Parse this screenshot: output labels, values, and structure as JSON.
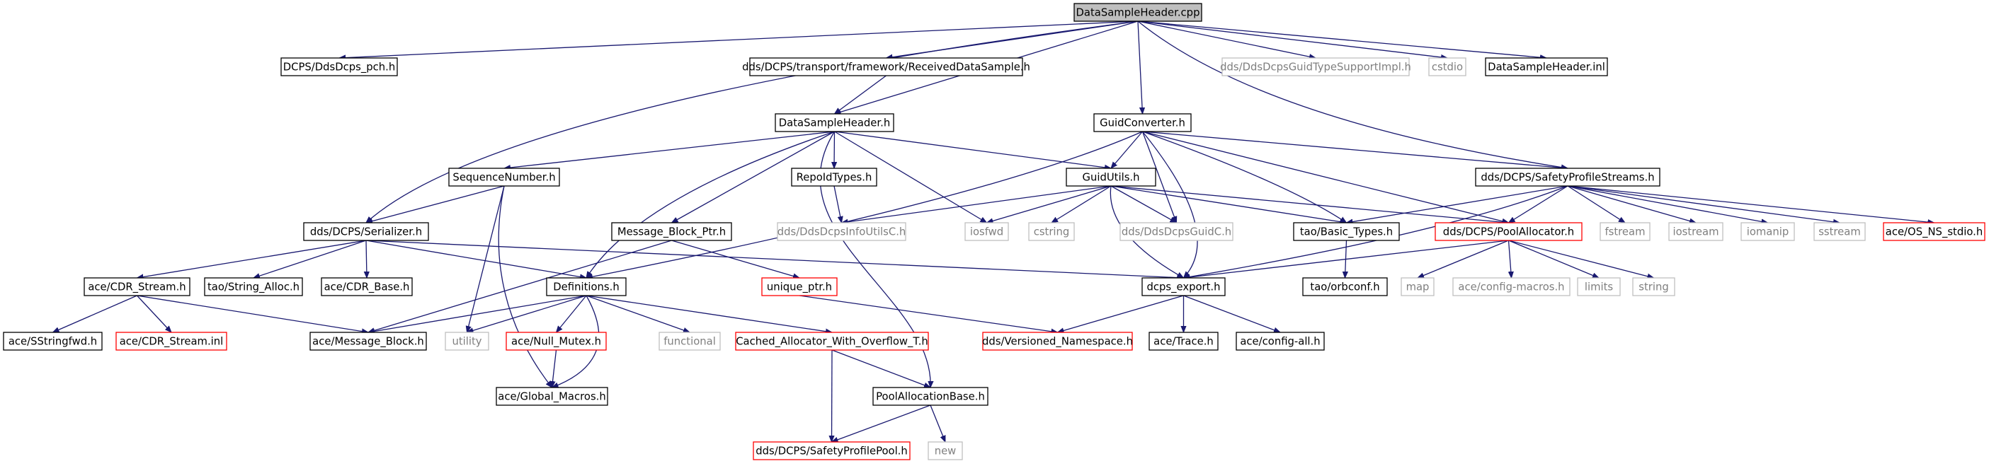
{
  "title": "DataSampleHeader.cpp",
  "colors": {
    "edge": "#191970",
    "root_fill": "#bfbfbf",
    "normal_border": "#000000",
    "external_border": "#bfbfbf",
    "external_text": "#7f7f7f",
    "truncated_border": "#ff0000"
  },
  "nodes": {
    "root": {
      "label": "DataSampleHeader.cpp",
      "style": "root"
    },
    "dds_pch": {
      "label": "DCPS/DdsDcps_pch.h",
      "style": "normal"
    },
    "received": {
      "label": "dds/DCPS/transport/framework/ReceivedDataSample.h",
      "style": "normal"
    },
    "guidtsi": {
      "label": "dds/DdsDcpsGuidTypeSupportImpl.h",
      "style": "external"
    },
    "cstdio": {
      "label": "cstdio",
      "style": "external"
    },
    "dsh_inl": {
      "label": "DataSampleHeader.inl",
      "style": "normal"
    },
    "dsh_h": {
      "label": "DataSampleHeader.h",
      "style": "normal"
    },
    "guidconv": {
      "label": "GuidConverter.h",
      "style": "normal"
    },
    "sps": {
      "label": "dds/DCPS/SafetyProfileStreams.h",
      "style": "normal"
    },
    "seqnum": {
      "label": "SequenceNumber.h",
      "style": "normal"
    },
    "repoid": {
      "label": "RepoIdTypes.h",
      "style": "normal"
    },
    "guidutils": {
      "label": "GuidUtils.h",
      "style": "normal"
    },
    "serializer": {
      "label": "dds/DCPS/Serializer.h",
      "style": "normal"
    },
    "mbptr": {
      "label": "Message_Block_Ptr.h",
      "style": "normal"
    },
    "infoutils": {
      "label": "dds/DdsDcpsInfoUtilsC.h",
      "style": "external"
    },
    "iosfwd": {
      "label": "iosfwd",
      "style": "external"
    },
    "cstring": {
      "label": "cstring",
      "style": "external"
    },
    "guidc": {
      "label": "dds/DdsDcpsGuidC.h",
      "style": "external"
    },
    "basictypes": {
      "label": "tao/Basic_Types.h",
      "style": "normal"
    },
    "poolalloc": {
      "label": "dds/DCPS/PoolAllocator.h",
      "style": "truncated"
    },
    "fstream": {
      "label": "fstream",
      "style": "external"
    },
    "iostream": {
      "label": "iostream",
      "style": "external"
    },
    "iomanip": {
      "label": "iomanip",
      "style": "external"
    },
    "sstream": {
      "label": "sstream",
      "style": "external"
    },
    "osns": {
      "label": "ace/OS_NS_stdio.h",
      "style": "truncated"
    },
    "cdrstream": {
      "label": "ace/CDR_Stream.h",
      "style": "normal"
    },
    "stralloc": {
      "label": "tao/String_Alloc.h",
      "style": "normal"
    },
    "cdrbase": {
      "label": "ace/CDR_Base.h",
      "style": "normal"
    },
    "definitions": {
      "label": "Definitions.h",
      "style": "normal"
    },
    "uniqueptr": {
      "label": "unique_ptr.h",
      "style": "truncated"
    },
    "dcpsexport": {
      "label": "dcps_export.h",
      "style": "normal"
    },
    "orbconf": {
      "label": "tao/orbconf.h",
      "style": "normal"
    },
    "map": {
      "label": "map",
      "style": "external"
    },
    "configmacros": {
      "label": "ace/config-macros.h",
      "style": "external"
    },
    "limits": {
      "label": "limits",
      "style": "external"
    },
    "string": {
      "label": "string",
      "style": "external"
    },
    "sstringfwd": {
      "label": "ace/SStringfwd.h",
      "style": "normal"
    },
    "cdrinl": {
      "label": "ace/CDR_Stream.inl",
      "style": "truncated"
    },
    "msgblock": {
      "label": "ace/Message_Block.h",
      "style": "normal"
    },
    "utility": {
      "label": "utility",
      "style": "external"
    },
    "nullmutex": {
      "label": "ace/Null_Mutex.h",
      "style": "truncated"
    },
    "functional": {
      "label": "functional",
      "style": "external"
    },
    "cachedalloc": {
      "label": "Cached_Allocator_With_Overflow_T.h",
      "style": "truncated"
    },
    "versioned": {
      "label": "dds/Versioned_Namespace.h",
      "style": "truncated"
    },
    "acetrace": {
      "label": "ace/Trace.h",
      "style": "normal"
    },
    "configall": {
      "label": "ace/config-all.h",
      "style": "normal"
    },
    "globalmacros": {
      "label": "ace/Global_Macros.h",
      "style": "normal"
    },
    "poolallocbase": {
      "label": "PoolAllocationBase.h",
      "style": "normal"
    },
    "spp": {
      "label": "dds/DCPS/SafetyProfilePool.h",
      "style": "truncated"
    },
    "new": {
      "label": "new",
      "style": "external"
    }
  },
  "edges": [
    [
      "root",
      "dds_pch"
    ],
    [
      "root",
      "received"
    ],
    [
      "root",
      "guidtsi"
    ],
    [
      "root",
      "cstdio"
    ],
    [
      "root",
      "dsh_inl"
    ],
    [
      "root",
      "dsh_h"
    ],
    [
      "root",
      "guidconv"
    ],
    [
      "root",
      "sps"
    ],
    [
      "root",
      "serializer"
    ],
    [
      "received",
      "dsh_h"
    ],
    [
      "dsh_h",
      "seqnum"
    ],
    [
      "dsh_h",
      "repoid"
    ],
    [
      "dsh_h",
      "guidutils"
    ],
    [
      "dsh_h",
      "definitions"
    ],
    [
      "dsh_h",
      "mbptr"
    ],
    [
      "dsh_h",
      "iosfwd"
    ],
    [
      "dsh_h",
      "poolallocbase"
    ],
    [
      "guidconv",
      "guidutils"
    ],
    [
      "guidconv",
      "sps"
    ],
    [
      "guidconv",
      "guidc"
    ],
    [
      "guidconv",
      "basictypes"
    ],
    [
      "guidconv",
      "poolalloc"
    ],
    [
      "guidconv",
      "dcpsexport"
    ],
    [
      "guidconv",
      "definitions"
    ],
    [
      "sps",
      "basictypes"
    ],
    [
      "sps",
      "poolalloc"
    ],
    [
      "sps",
      "fstream"
    ],
    [
      "sps",
      "iostream"
    ],
    [
      "sps",
      "iomanip"
    ],
    [
      "sps",
      "sstream"
    ],
    [
      "sps",
      "osns"
    ],
    [
      "sps",
      "dcpsexport"
    ],
    [
      "seqnum",
      "serializer"
    ],
    [
      "seqnum",
      "utility"
    ],
    [
      "seqnum",
      "globalmacros"
    ],
    [
      "repoid",
      "infoutils"
    ],
    [
      "guidutils",
      "infoutils"
    ],
    [
      "guidutils",
      "iosfwd"
    ],
    [
      "guidutils",
      "cstring"
    ],
    [
      "guidutils",
      "guidc"
    ],
    [
      "guidutils",
      "basictypes"
    ],
    [
      "guidutils",
      "poolalloc"
    ],
    [
      "guidutils",
      "dcpsexport"
    ],
    [
      "serializer",
      "cdrstream"
    ],
    [
      "serializer",
      "stralloc"
    ],
    [
      "serializer",
      "cdrbase"
    ],
    [
      "serializer",
      "definitions"
    ],
    [
      "serializer",
      "dcpsexport"
    ],
    [
      "mbptr",
      "uniqueptr"
    ],
    [
      "mbptr",
      "msgblock"
    ],
    [
      "basictypes",
      "orbconf"
    ],
    [
      "poolalloc",
      "map"
    ],
    [
      "poolalloc",
      "configmacros"
    ],
    [
      "poolalloc",
      "limits"
    ],
    [
      "poolalloc",
      "string"
    ],
    [
      "poolalloc",
      "dcpsexport"
    ],
    [
      "cdrstream",
      "sstringfwd"
    ],
    [
      "cdrstream",
      "cdrinl"
    ],
    [
      "cdrstream",
      "msgblock"
    ],
    [
      "definitions",
      "msgblock"
    ],
    [
      "definitions",
      "utility"
    ],
    [
      "definitions",
      "nullmutex"
    ],
    [
      "definitions",
      "functional"
    ],
    [
      "definitions",
      "cachedalloc"
    ],
    [
      "definitions",
      "globalmacros"
    ],
    [
      "uniqueptr",
      "versioned"
    ],
    [
      "dcpsexport",
      "versioned"
    ],
    [
      "dcpsexport",
      "acetrace"
    ],
    [
      "dcpsexport",
      "configall"
    ],
    [
      "nullmutex",
      "globalmacros"
    ],
    [
      "cachedalloc",
      "poolallocbase"
    ],
    [
      "cachedalloc",
      "spp"
    ],
    [
      "poolallocbase",
      "spp"
    ],
    [
      "poolallocbase",
      "new"
    ]
  ]
}
